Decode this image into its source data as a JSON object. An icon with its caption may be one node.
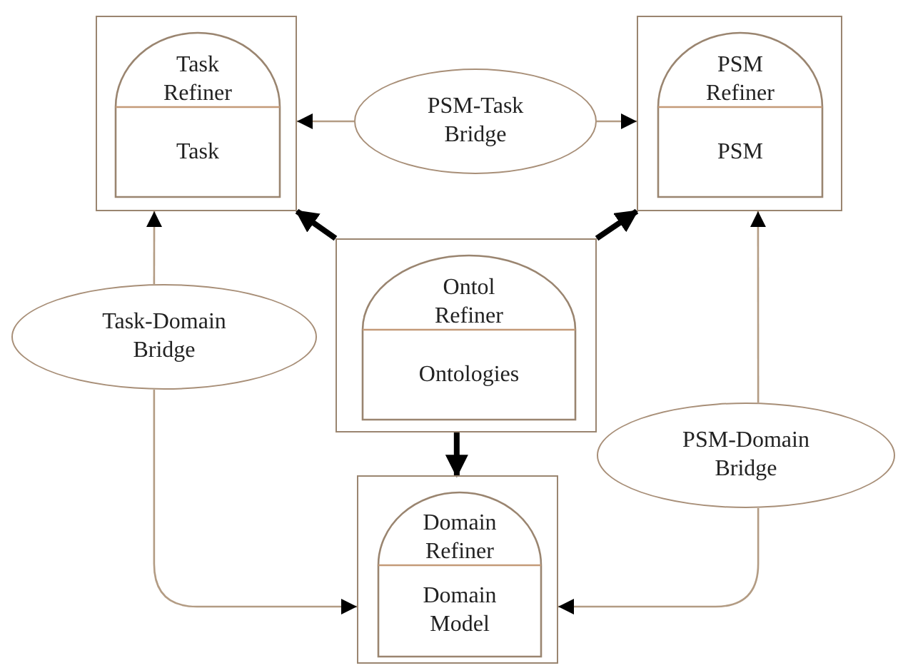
{
  "diagram": {
    "nodes": [
      {
        "text": [],
        "shape": "box"
      },
      {
        "text": [
          "Task Refiner",
          "Task"
        ],
        "in": 0
      },
      {
        "text": [
          "PSM-Task Bridge"
        ]
      },
      {
        "text": [],
        "shape": "box"
      },
      {
        "text": [
          "PSM Refiner",
          "PSM"
        ],
        "in": 3
      },
      {
        "text": [
          "Task-Domain Bridge"
        ]
      },
      {
        "text": [],
        "shape": "box"
      },
      {
        "text": [
          "Ontol Refiner",
          "Ontologies"
        ],
        "in": 6
      },
      {
        "text": [
          "PSM-Domain Bridge"
        ]
      },
      {
        "text": [],
        "shape": "box"
      },
      {
        "text": [
          "Domain Refiner",
          "Domain Model"
        ],
        "in": 9
      }
    ],
    "edges": [
      {
        "from": 2,
        "to": 0,
        "arrow": "to"
      },
      {
        "from": 2,
        "to": 3,
        "arrow": "to"
      },
      {
        "from": 5,
        "to": 0,
        "arrow": "to"
      },
      {
        "from": 5,
        "to": 9,
        "arrow": "to"
      },
      {
        "from": 8,
        "to": 3,
        "arrow": "to"
      },
      {
        "from": 8,
        "to": 9,
        "arrow": "to"
      },
      {
        "from": 6,
        "to": 0,
        "arrow": "to",
        "style": "thick",
        "color": "#000000"
      },
      {
        "from": 6,
        "to": 3,
        "arrow": "to",
        "style": "thick",
        "color": "#000000"
      },
      {
        "from": 6,
        "to": 9,
        "arrow": "to",
        "style": "thick",
        "color": "#000000"
      }
    ]
  }
}
